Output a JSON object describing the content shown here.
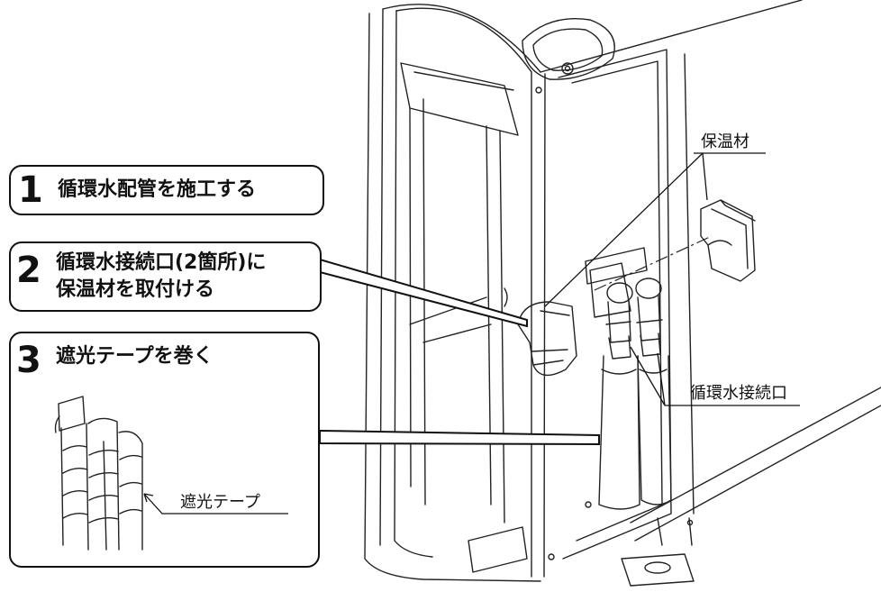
{
  "steps": [
    {
      "number": "1",
      "text": "循環水配管を施工する"
    },
    {
      "number": "2",
      "line1": "循環水接続口(2箇所)に",
      "line2": "保温材を取付ける"
    },
    {
      "number": "3",
      "text": "遮光テープを巻く"
    }
  ],
  "labels": {
    "insulation": "保温材",
    "water_ports": "循環水接続口",
    "shading_tape": "遮光テープ"
  }
}
